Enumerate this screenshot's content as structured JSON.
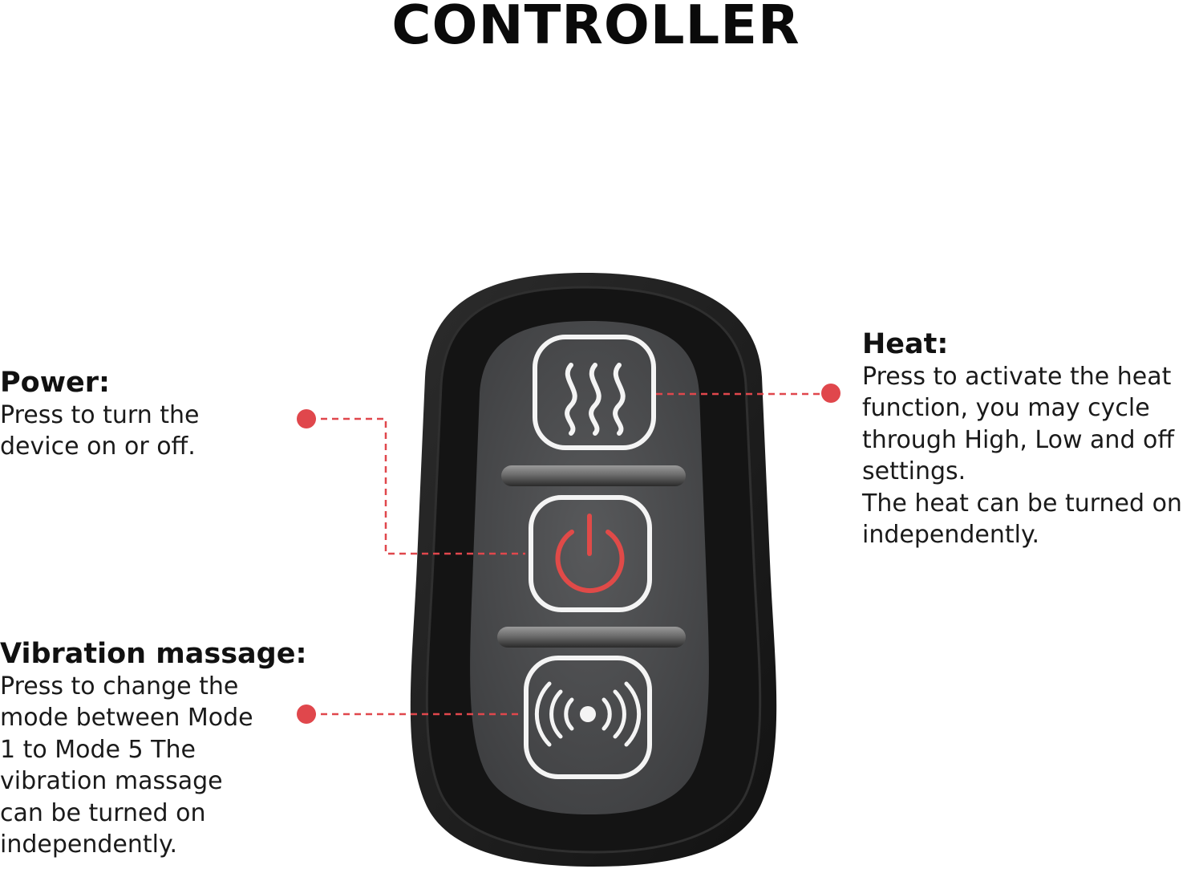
{
  "title": "CONTROLLER",
  "callouts": {
    "power": {
      "heading": "Power:",
      "lines": [
        "Press to turn the",
        "device on or off."
      ]
    },
    "vibration": {
      "heading": "Vibration massage:",
      "lines": [
        "Press to change the",
        "mode between Mode",
        "1 to Mode 5 The",
        "vibration massage",
        "can be turned on",
        "independently."
      ]
    },
    "heat": {
      "heading": "Heat:",
      "lines": [
        "Press to activate the heat",
        "function, you may cycle",
        "through High, Low and off",
        "settings.",
        "The heat can be turned on",
        "independently."
      ]
    }
  },
  "controller": {
    "buttons": [
      {
        "id": "heat",
        "icon": "heat-waves-icon"
      },
      {
        "id": "power",
        "icon": "power-icon"
      },
      {
        "id": "vibration",
        "icon": "vibration-icon"
      }
    ]
  },
  "colors": {
    "accent": "#e0474c",
    "body_outer": "#1c1c1c",
    "face": "#4a4b4d",
    "icon_outline": "#f4f4f4",
    "power_icon": "#e04a48"
  }
}
